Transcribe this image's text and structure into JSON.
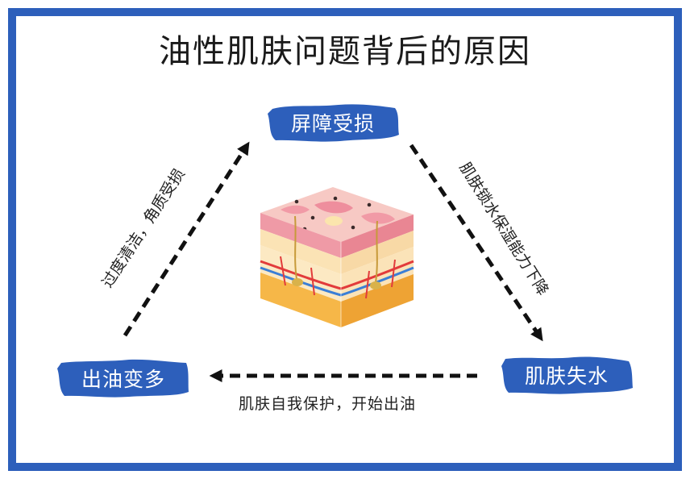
{
  "title": "油性肌肤问题背后的原因",
  "nodes": {
    "top": "屏障受损",
    "left": "出油变多",
    "right": "肌肤失水"
  },
  "edges": {
    "left_to_top": "过度清洁，角质受损",
    "top_to_right": "肌肤锁水保湿能力下降",
    "right_to_left": "肌肤自我保护，开始出油"
  },
  "colors": {
    "frame": "#2d5fbb",
    "node_fill": "#2d5fbb",
    "arrow": "#111111"
  },
  "icons": {
    "center": "skin-layers-icon"
  }
}
